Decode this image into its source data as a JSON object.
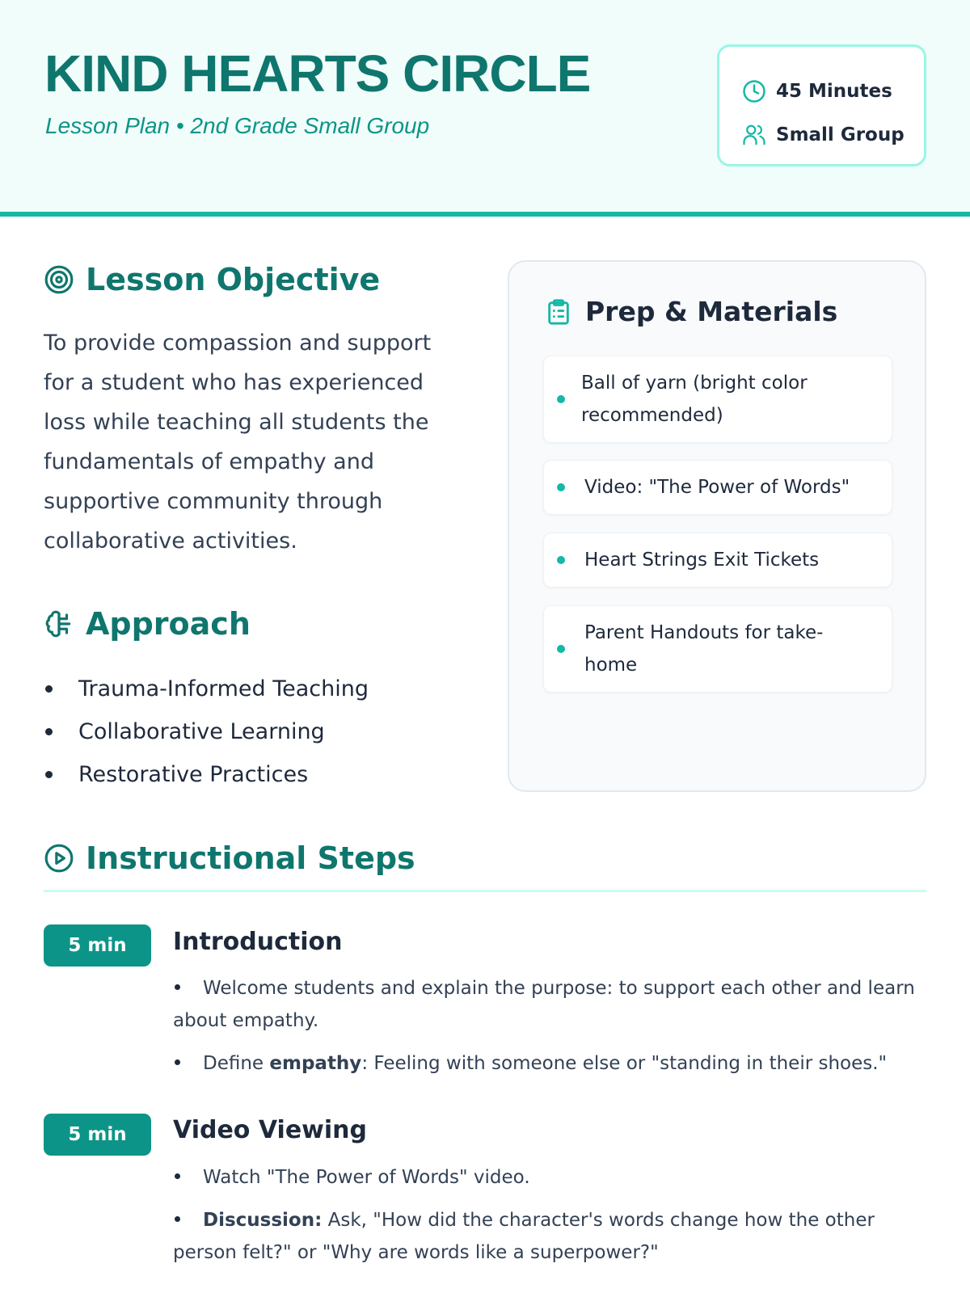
{
  "header": {
    "title": "KIND HEARTS CIRCLE",
    "subtitle": "Lesson Plan • 2nd Grade Small Group",
    "duration": "45 Minutes",
    "group": "Small Group"
  },
  "objective": {
    "heading": "Lesson Objective",
    "text": "To provide compassion and support for a student who has experienced loss while teaching all students the fundamentals of empathy and supportive community through collaborative activities."
  },
  "approach": {
    "heading": "Approach",
    "items": [
      "Trauma-Informed Teaching",
      "Collaborative Learning",
      "Restorative Practices"
    ]
  },
  "materials": {
    "heading": "Prep & Materials",
    "items": [
      "Ball of yarn (bright color recommended)",
      "Video: \"The Power of Words\"",
      "Heart Strings Exit Tickets",
      "Parent Handouts for take-home"
    ]
  },
  "steps": {
    "heading": "Instructional Steps",
    "items": [
      {
        "time": "5 min",
        "title": "Introduction",
        "b1": "Welcome students and explain the purpose: to support each other and learn about empathy.",
        "b2_pre": "Define ",
        "b2_bold": "empathy",
        "b2_post": ": Feeling with someone else or \"standing in their shoes.\""
      },
      {
        "time": "5 min",
        "title": "Video Viewing",
        "b1": "Watch \"The Power of Words\" video.",
        "b2_pre": "",
        "b2_bold": "Discussion:",
        "b2_post": " Ask, \"How did the character's words change how the other person felt?\" or \"Why are words like a superpower?\""
      }
    ]
  },
  "colors": {
    "accent": "#14b8a6",
    "primary": "#0f766e",
    "badge": "#0d9488"
  }
}
